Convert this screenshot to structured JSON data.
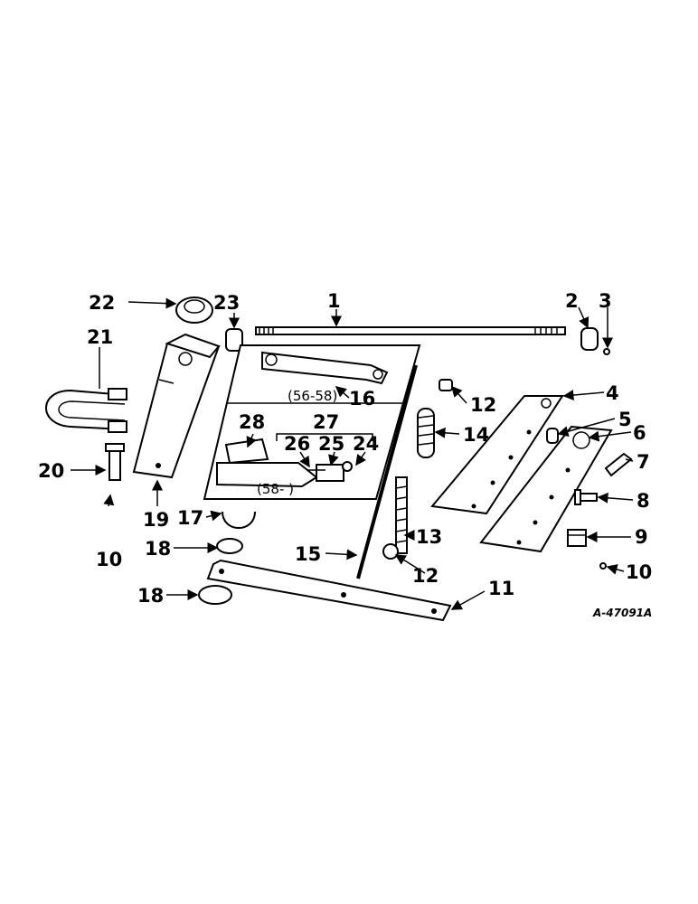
{
  "diagram": {
    "callouts": {
      "c1": "1",
      "c2": "2",
      "c3": "3",
      "c4": "4",
      "c5": "5",
      "c6": "6",
      "c7": "7",
      "c8": "8",
      "c9": "9",
      "c10a": "10",
      "c10b": "10",
      "c11": "11",
      "c12a": "12",
      "c12b": "12",
      "c13": "13",
      "c14": "14",
      "c15": "15",
      "c16": "16",
      "c17": "17",
      "c18a": "18",
      "c18b": "18",
      "c19": "19",
      "c20": "20",
      "c21": "21",
      "c22": "22",
      "c23": "23",
      "c24": "24",
      "c25": "25",
      "c26": "26",
      "c27": "27",
      "c28": "28"
    },
    "period_labels": {
      "top": "(56-58)",
      "bottom": "(58-  )"
    },
    "reference_code": "A-47091A"
  }
}
